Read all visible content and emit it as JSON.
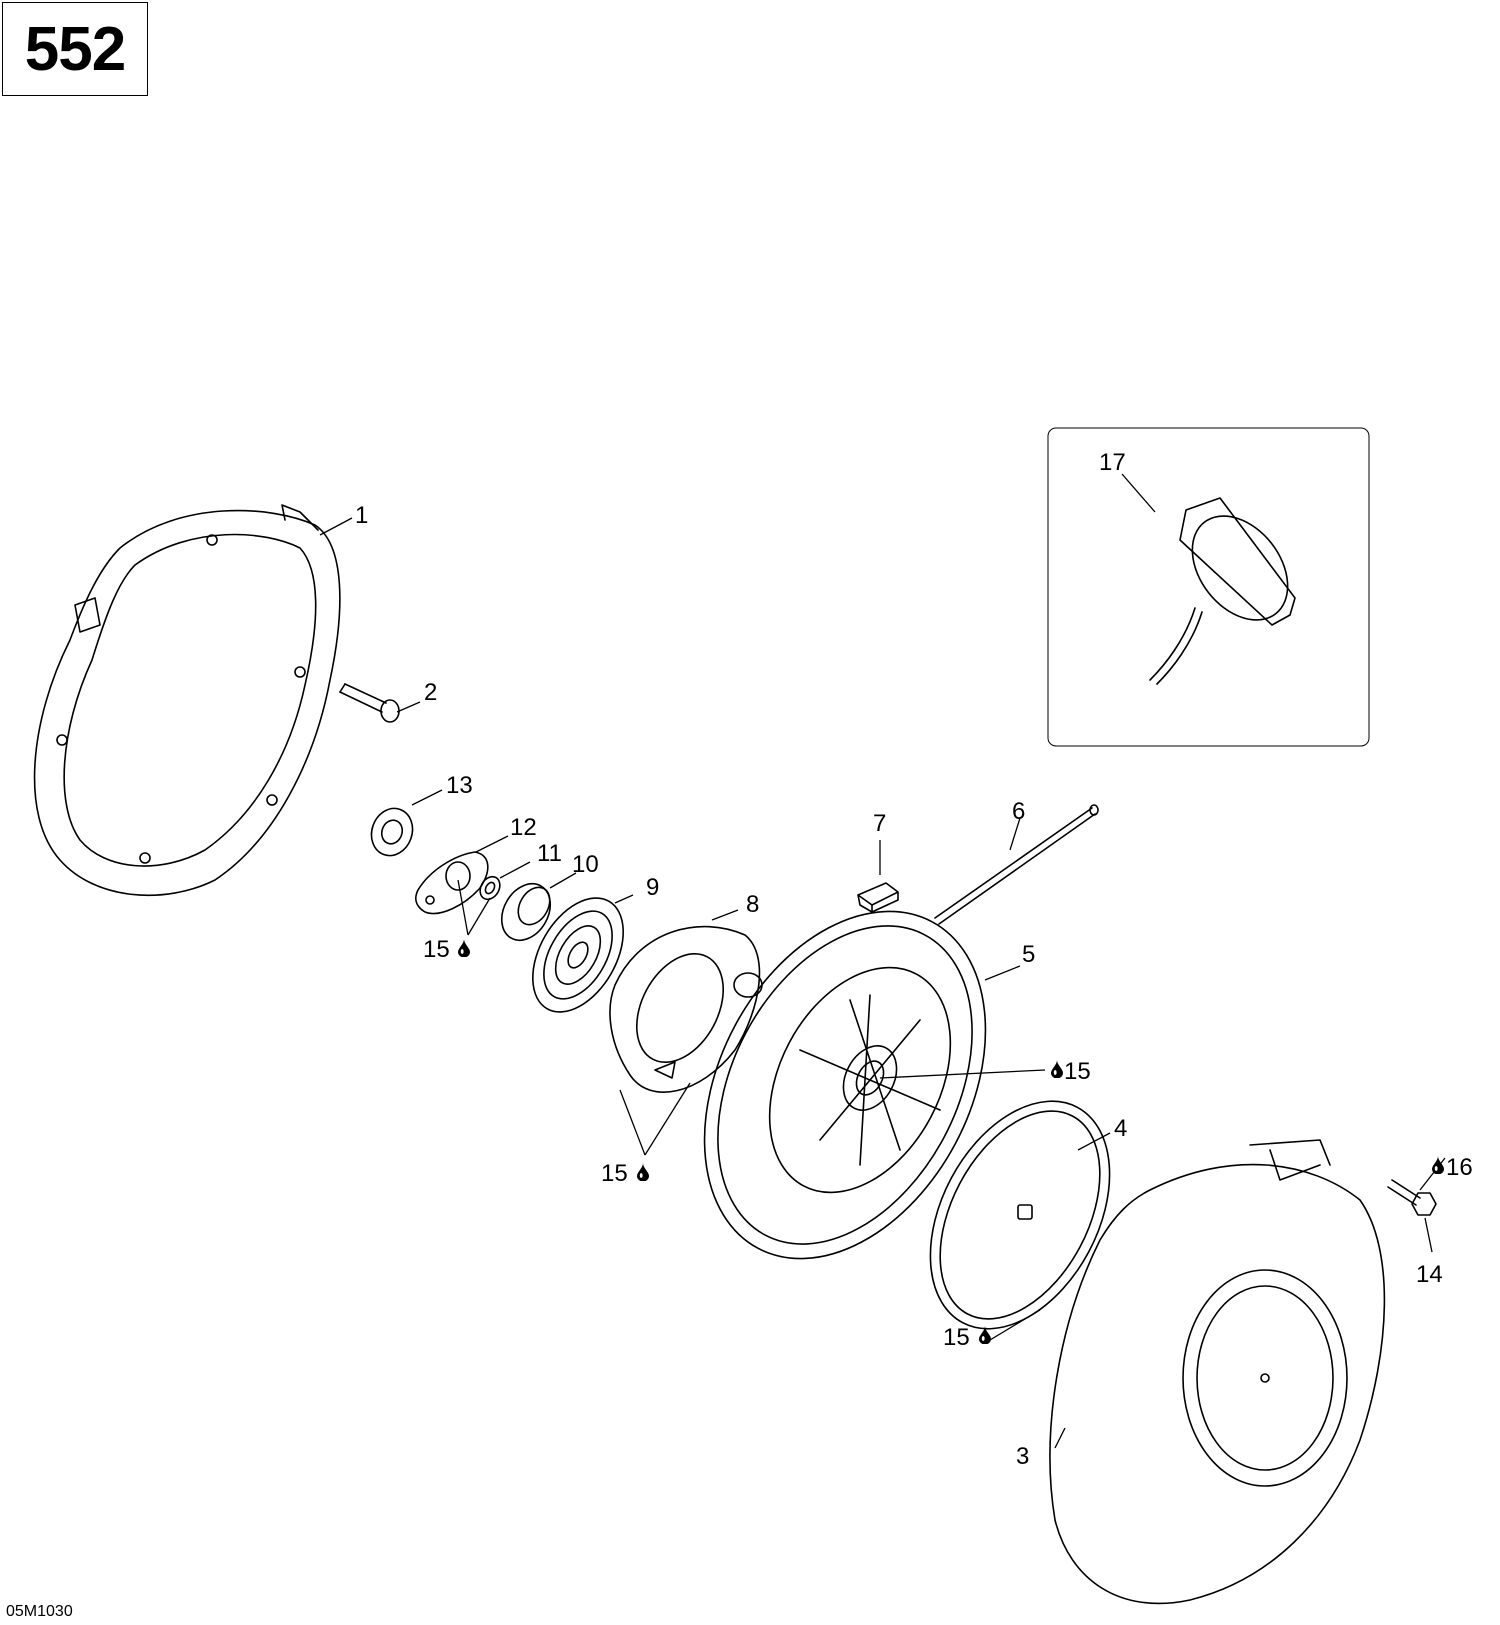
{
  "page_number": "552",
  "doc_code": "05M1030",
  "callouts": {
    "c1": "1",
    "c2": "2",
    "c3": "3",
    "c4": "4",
    "c5": "5",
    "c6": "6",
    "c7": "7",
    "c8": "8",
    "c9": "9",
    "c10": "10",
    "c11": "11",
    "c12": "12",
    "c13": "13",
    "c14": "14",
    "c15a": "15",
    "c15b": "15",
    "c15c": "15",
    "c15d": "15",
    "c16": "16",
    "c17": "17"
  },
  "icons": {
    "lubricant": "drop-icon"
  }
}
